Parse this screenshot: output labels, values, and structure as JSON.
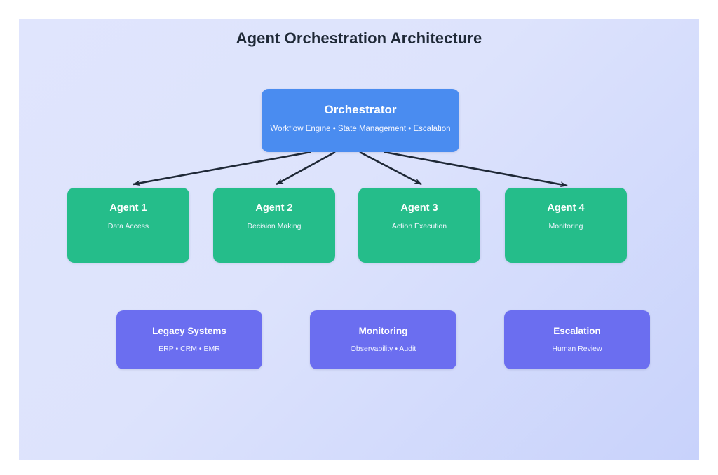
{
  "diagram": {
    "title": "Agent Orchestration Architecture",
    "title_color": "#1f2937",
    "background_from": "#e0e5fd",
    "background_to": "#c8d2fb",
    "connector_color": "#1e2836"
  },
  "orchestrator": {
    "title": "Orchestrator",
    "subtitle": "Workflow Engine • State Management • Escalation",
    "color": "#4a8cf0"
  },
  "agents": {
    "color": "#25bd8a",
    "items": [
      {
        "title": "Agent 1",
        "subtitle": "Data Access"
      },
      {
        "title": "Agent 2",
        "subtitle": "Decision Making"
      },
      {
        "title": "Agent 3",
        "subtitle": "Action Execution"
      },
      {
        "title": "Agent 4",
        "subtitle": "Monitoring"
      }
    ]
  },
  "support": {
    "color": "#6b6ef0",
    "items": [
      {
        "title": "Legacy Systems",
        "subtitle": "ERP • CRM • EMR"
      },
      {
        "title": "Monitoring",
        "subtitle": "Observability • Audit"
      },
      {
        "title": "Escalation",
        "subtitle": "Human Review"
      }
    ]
  },
  "connections": [
    {
      "from": "Orchestrator",
      "to": "Agent 1"
    },
    {
      "from": "Orchestrator",
      "to": "Agent 2"
    },
    {
      "from": "Orchestrator",
      "to": "Agent 3"
    },
    {
      "from": "Orchestrator",
      "to": "Agent 4"
    }
  ]
}
